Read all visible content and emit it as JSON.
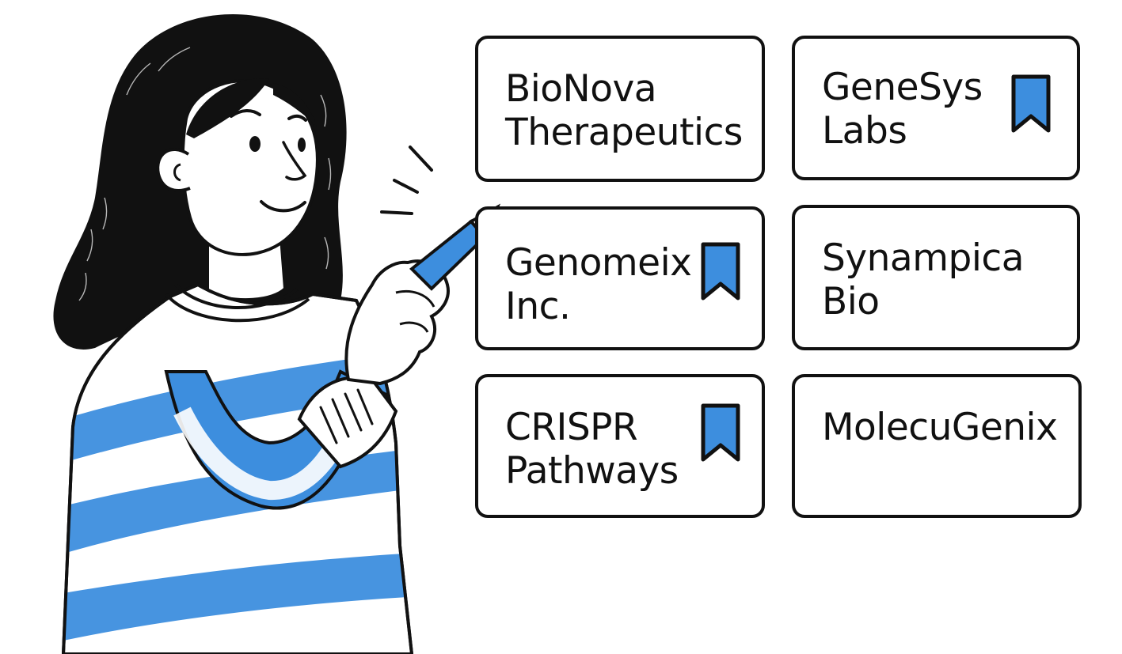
{
  "companies": [
    {
      "name_line1": "BioNova",
      "name_line2": "Therapeutics",
      "bookmarked": false
    },
    {
      "name_line1": "GeneSys",
      "name_line2": "Labs",
      "bookmarked": true
    },
    {
      "name_line1": "Genomeix",
      "name_line2": "Inc.",
      "bookmarked": true
    },
    {
      "name_line1": "Synampica",
      "name_line2": "Bio",
      "bookmarked": false
    },
    {
      "name_line1": "CRISPR",
      "name_line2": "Pathways",
      "bookmarked": true
    },
    {
      "name_line1": "MolecuGenix",
      "name_line2": "",
      "bookmarked": false
    }
  ],
  "colors": {
    "accent": "#3d8ede",
    "ink": "#111111",
    "background": "#ffffff"
  },
  "icons": {
    "bookmark": "bookmark-icon",
    "pencil": "pencil-icon"
  }
}
